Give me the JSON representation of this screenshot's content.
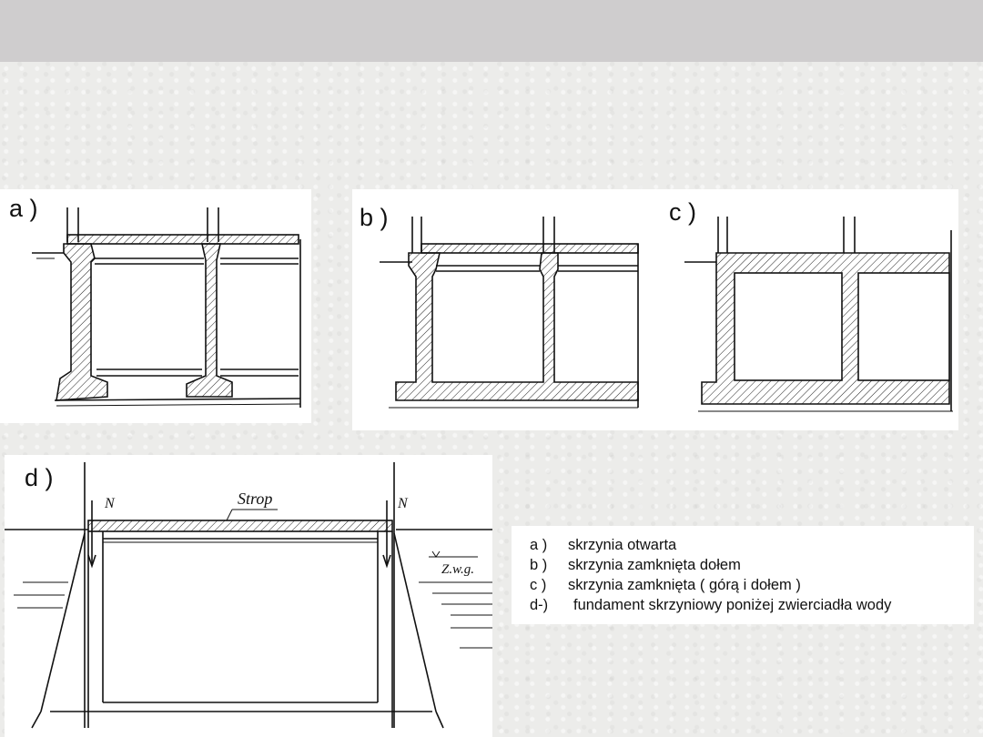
{
  "figures": {
    "a": {
      "label": "a )"
    },
    "b": {
      "label": "b )"
    },
    "c": {
      "label": "c )"
    },
    "d": {
      "label": "d )",
      "slab_label": "Strop",
      "force_left": "N",
      "force_right": "N",
      "water_label": "Z.w.g."
    }
  },
  "legend": {
    "items": [
      {
        "key": "a )",
        "text": "skrzynia otwarta"
      },
      {
        "key": "b )",
        "text": "skrzynia zamknięta dołem"
      },
      {
        "key": "c )",
        "text": "skrzynia zamknięta ( górą i dołem )"
      },
      {
        "key": "d-)",
        "text": "fundament skrzyniowy poniżej zwierciadła wody"
      }
    ]
  }
}
